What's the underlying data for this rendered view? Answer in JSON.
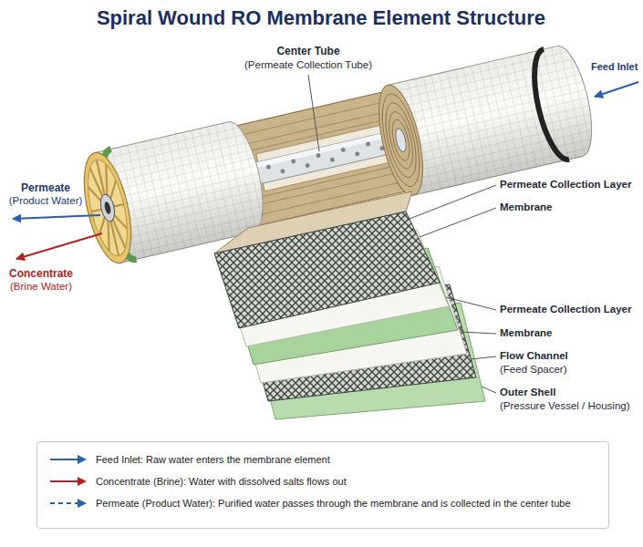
{
  "diagram": {
    "title": "Spiral Wound RO Membrane Element Structure",
    "labels": [
      "Center Tube",
      "(Permeate Collection Tube)",
      "Feed Inlet",
      "Permeate",
      "(Product Water)",
      "Permeate Collection Layer",
      "Membrane",
      "Concentrate",
      "(Brine Water)",
      "Permeate Collection Layer",
      "Membrane",
      "Flow Channel",
      "(Feed Spacer)",
      "Outer Shell",
      "(Pressure Vessel / Housing)"
    ],
    "legend": [
      {
        "text": "Feed Inlet: Raw water enters the membrane element"
      },
      {
        "text": "Concentrate (Brine): Water with dissolved salts flows out"
      },
      {
        "text": "Permeate (Product Water): Purified water passes through the membrane and is collected in the center tube"
      }
    ]
  }
}
